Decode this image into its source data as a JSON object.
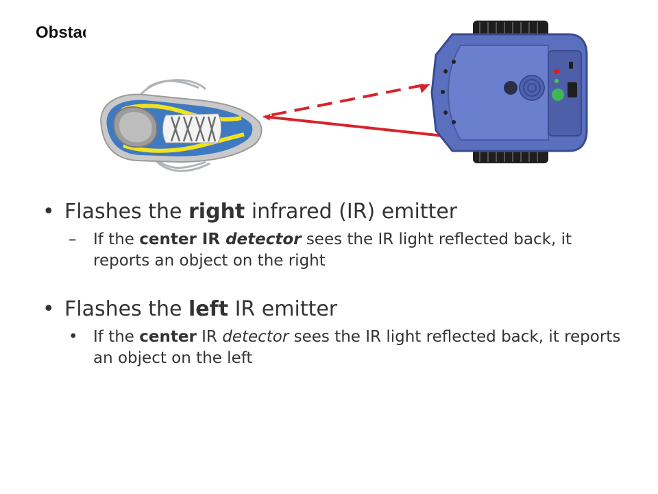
{
  "slide": {
    "title": "Obstacle Sensor",
    "bullets": [
      {
        "marker": "•",
        "parts": [
          "Flashes the ",
          "right",
          " infrared (IR) emitter"
        ],
        "sub": {
          "marker": "–",
          "parts": [
            "If the ",
            "center IR ",
            "detector",
            " sees the IR light reflected back, it reports an object on the right"
          ]
        }
      },
      {
        "marker": "•",
        "parts": [
          "Flashes the ",
          "left",
          " IR emitter"
        ],
        "sub": {
          "marker": "•",
          "parts": [
            "If the ",
            "center",
            " IR ",
            "detector",
            " sees the IR light reflected back, it reports an object on the left"
          ]
        }
      }
    ]
  },
  "illustration": {
    "colors": {
      "robot_body": "#5b6fbf",
      "shoe_blue": "#3f79c2",
      "shoe_yellow": "#f2e21c",
      "arrow_red": "#d8232a",
      "led_green": "#3cd23c",
      "led_red": "#d62020"
    },
    "icons": [
      "shoe-image",
      "robot-image",
      "dashed-arrow-icon",
      "solid-arrow-icon"
    ]
  }
}
